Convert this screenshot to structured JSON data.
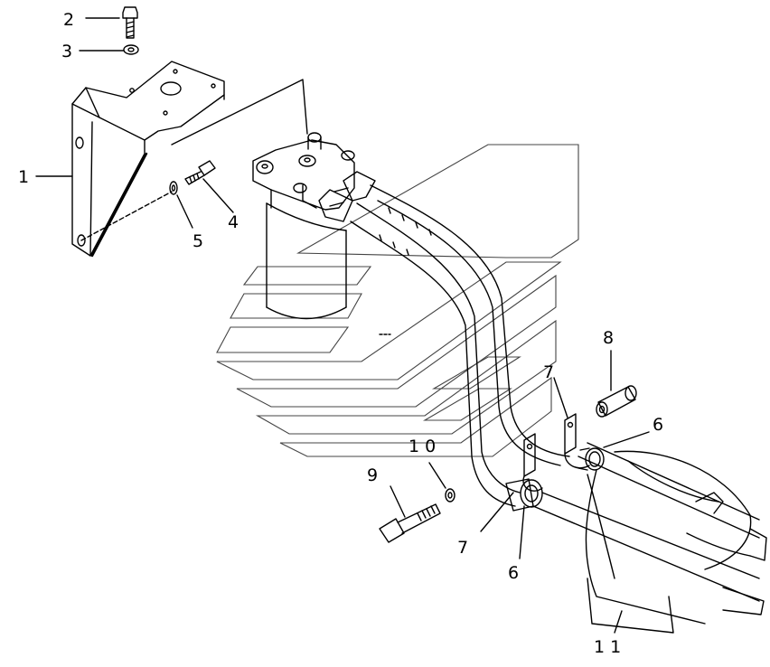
{
  "labels": {
    "p1": "1",
    "p2": "2",
    "p3": "3",
    "p4": "4",
    "p5": "5",
    "p6a": "6",
    "p6b": "6",
    "p7a": "7",
    "p7b": "7",
    "p8": "8",
    "p9": "9",
    "p10": "1 0",
    "p11": "1 1"
  }
}
